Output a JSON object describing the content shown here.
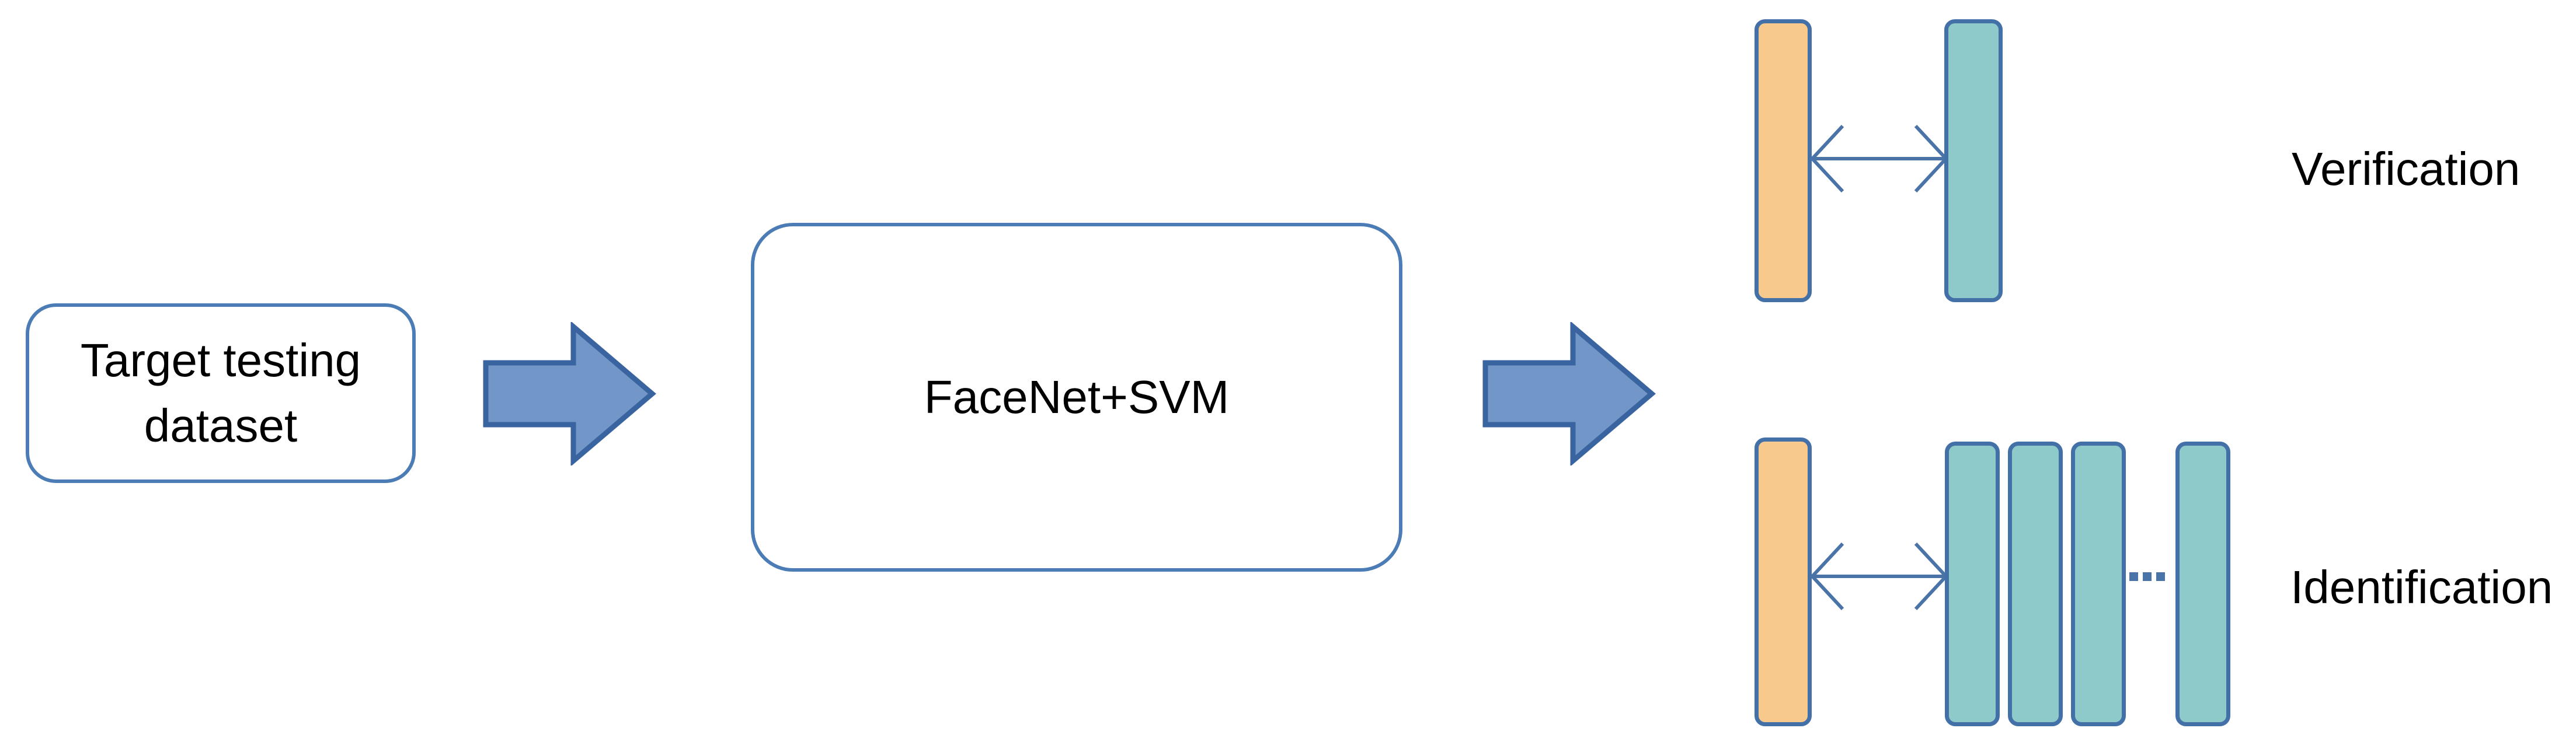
{
  "diagram": {
    "nodes": {
      "target": {
        "label": "Target testing dataset"
      },
      "model": {
        "label": "FaceNet+SVM"
      }
    },
    "tasks": {
      "verification": {
        "label": "Verification"
      },
      "identification": {
        "label": "Identification",
        "ellipsis": "..."
      }
    },
    "colors": {
      "box_border": "#4b7cb5",
      "bar_border": "#4470a8",
      "orange_fill": "#f8c98c",
      "teal_fill": "#8fcacb",
      "arrow_fill": "#7296c8",
      "arrow_border": "#3a64a0",
      "connector_blue": "#4a74a8",
      "text": "#000000",
      "background": "#ffffff"
    }
  }
}
